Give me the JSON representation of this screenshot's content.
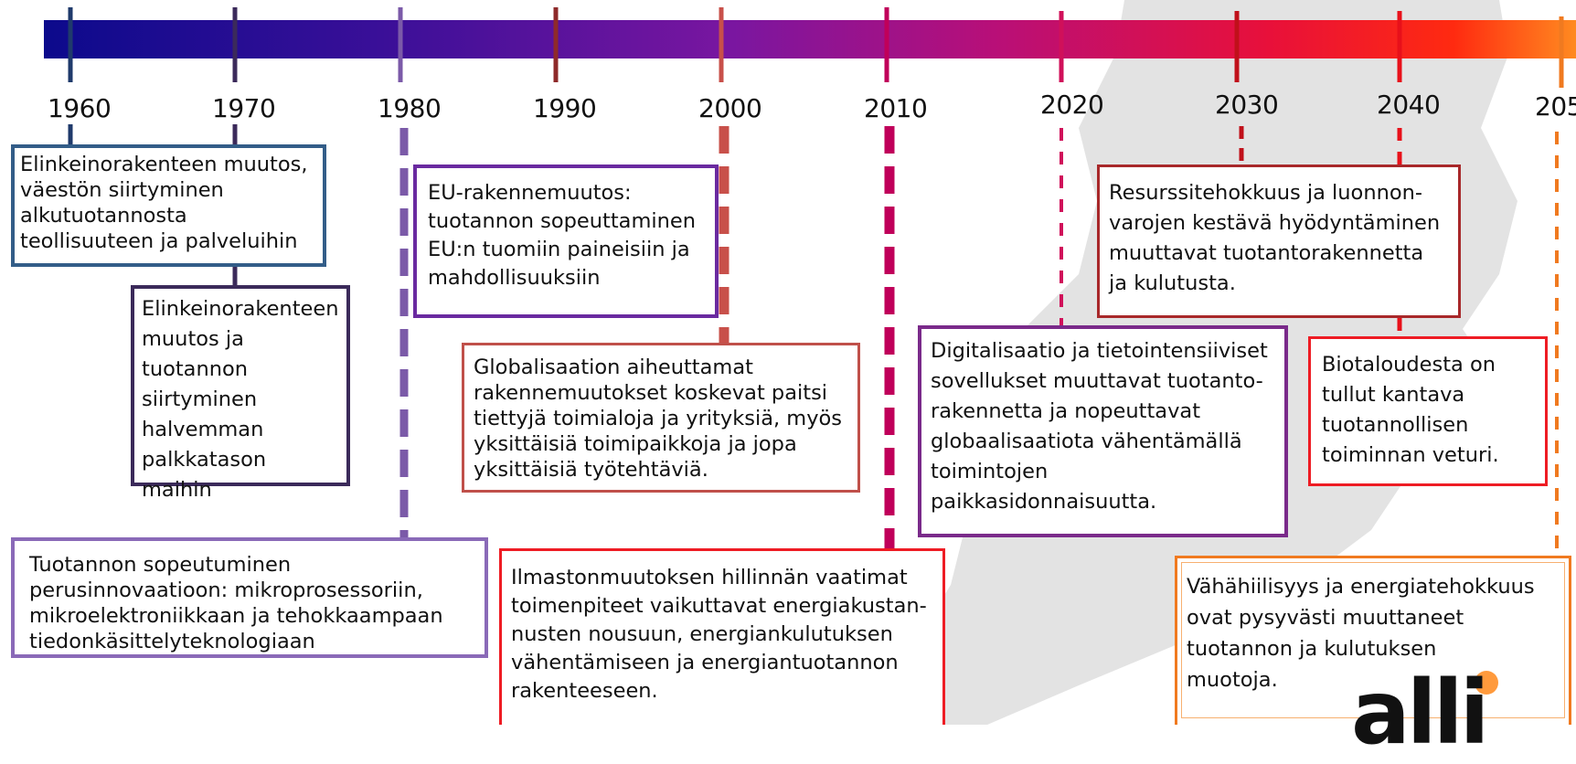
{
  "timeline": {
    "years": [
      "1960",
      "1970",
      "1980",
      "1990",
      "2000",
      "2010",
      "2020",
      "2030",
      "2040",
      "205"
    ]
  },
  "boxes": [
    {
      "id": "elinkeino-1",
      "text": "Elinkeinorakenteen muutos,\nväestön siirtyminen\nalkutuotannosta\nteollisuuteen ja  palveluihin"
    },
    {
      "id": "elinkeino-2",
      "text": "Elinkeinorakenteen\nmuutos ja\ntuotannon\nsiirtyminen\nhalvemman\npalkkatason maihin"
    },
    {
      "id": "perusinnovaatio",
      "text": "Tuotannon sopeutuminen\nperusinnovaatioon: mikroprosessoriin,\nmikroelektroniikkaan ja tehokkaampaan\ntiedonkäsittelyteknologiaan"
    },
    {
      "id": "eu",
      "text": "EU-rakennemuutos:\ntuotannon sopeuttaminen\nEU:n tuomiin paineisiin ja\nmahdollisuuksiin"
    },
    {
      "id": "globalisaatio",
      "text": "Globalisaation aiheuttamat\nrakennemuutokset koskevat paitsi\ntiettyjä toimialoja ja yrityksiä, myös\nyksittäisiä toimipaikkoja ja jopa\nyksittäisiä työtehtäviä."
    },
    {
      "id": "ilmasto",
      "text": "Ilmastonmuutoksen hillinnän vaatimat\ntoimenpiteet vaikuttavat energiakustan-\nnusten nousuun, energiankulutuksen\nvähentämiseen ja energiantuotannon\nrakenteeseen."
    },
    {
      "id": "digitalisaatio",
      "text": "Digitalisaatio ja tietointensiiviset\nsovellukset muuttavat  tuotanto-\nrakennetta ja nopeuttavat\nglobaalisaatiota vähentämällä\ntoimintojen\npaikkasidonnaisuutta."
    },
    {
      "id": "resurssi",
      "text": "Resurssitehokkuus ja luonnon-\nvarojen kestävä hyödyntäminen\nmuuttavat tuotantorakennetta\nja kulutusta."
    },
    {
      "id": "biotalous",
      "text": "Biotaloudesta on\ntullut kantava\ntuotannollisen\ntoiminnan veturi."
    },
    {
      "id": "vahahiilisyys",
      "text": "Vähähiilisyys ja energiatehokkuus\novat pysyvästi muuttaneet\ntuotannon ja kulutuksen\nmuotoja."
    }
  ],
  "logo": {
    "text": "alli",
    "dot_color": "#ff9a3c"
  },
  "colors": {
    "c1960": "#1f3a6b",
    "c1970": "#3b2a5a",
    "c1980": "#7b5aa8",
    "c1990": "#8e2a2a",
    "c2000": "#c8504a",
    "c2010": "#c0005a",
    "c2020": "#d0105a",
    "c2030": "#c0101a",
    "c2040": "#e8101a",
    "c2050": "#f07a20"
  }
}
